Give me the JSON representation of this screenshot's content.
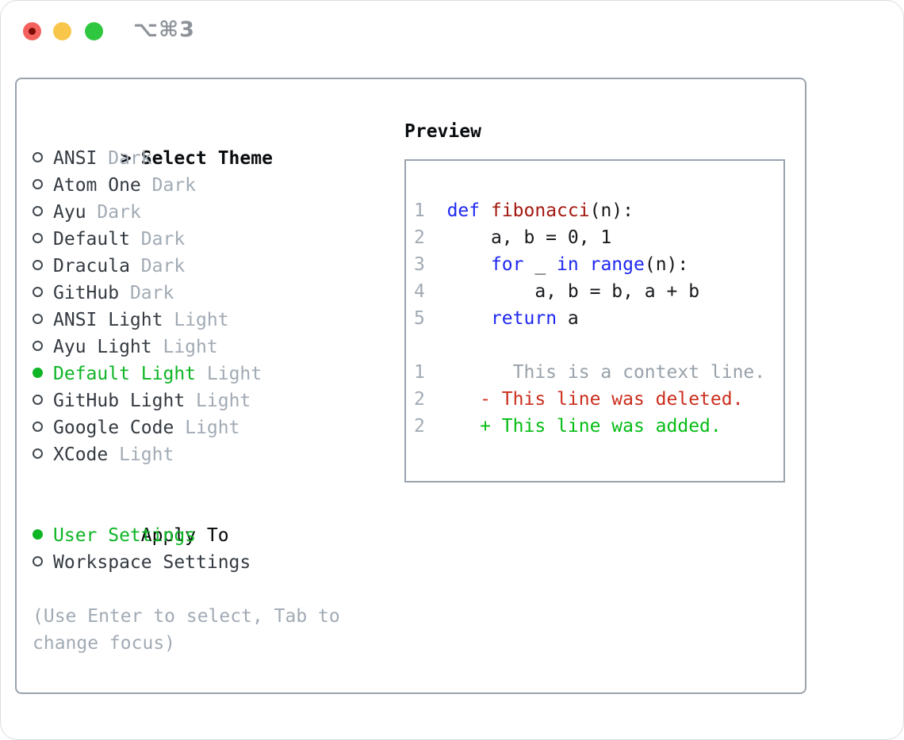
{
  "window": {
    "title": "⌥⌘3"
  },
  "theme_selector": {
    "prompt_marker": ">",
    "header": "Select Theme",
    "items": [
      {
        "name": "ANSI",
        "tag": "Dark",
        "selected": false
      },
      {
        "name": "Atom One",
        "tag": "Dark",
        "selected": false
      },
      {
        "name": "Ayu",
        "tag": "Dark",
        "selected": false
      },
      {
        "name": "Default",
        "tag": "Dark",
        "selected": false
      },
      {
        "name": "Dracula",
        "tag": "Dark",
        "selected": false
      },
      {
        "name": "GitHub",
        "tag": "Dark",
        "selected": false
      },
      {
        "name": "ANSI Light",
        "tag": "Light",
        "selected": false
      },
      {
        "name": "Ayu Light",
        "tag": "Light",
        "selected": false
      },
      {
        "name": "Default Light",
        "tag": "Light",
        "selected": true
      },
      {
        "name": "GitHub Light",
        "tag": "Light",
        "selected": false
      },
      {
        "name": "Google Code",
        "tag": "Light",
        "selected": false
      },
      {
        "name": "XCode",
        "tag": "Light",
        "selected": false
      }
    ]
  },
  "apply_to": {
    "header": "Apply To",
    "options": [
      {
        "label": "User Settings",
        "selected": true
      },
      {
        "label": "Workspace Settings",
        "selected": false
      }
    ]
  },
  "help_text": "(Use Enter to select, Tab to change focus)",
  "preview": {
    "header": "Preview",
    "lines": [
      {
        "tokens": [
          {
            "t": "1",
            "c": "ln"
          },
          {
            "t": "  "
          },
          {
            "t": "def",
            "c": "kw"
          },
          {
            "t": " "
          },
          {
            "t": "fibonacci",
            "c": "fn"
          },
          {
            "t": "(n):"
          }
        ]
      },
      {
        "tokens": [
          {
            "t": "2",
            "c": "ln"
          },
          {
            "t": "      a, b = 0, 1"
          }
        ]
      },
      {
        "tokens": [
          {
            "t": "3",
            "c": "ln"
          },
          {
            "t": "      "
          },
          {
            "t": "for",
            "c": "kw"
          },
          {
            "t": " _ "
          },
          {
            "t": "in",
            "c": "kw"
          },
          {
            "t": " "
          },
          {
            "t": "range",
            "c": "kw"
          },
          {
            "t": "(n):"
          }
        ]
      },
      {
        "tokens": [
          {
            "t": "4",
            "c": "ln"
          },
          {
            "t": "          a, b = b, a + b"
          }
        ]
      },
      {
        "tokens": [
          {
            "t": "5",
            "c": "ln"
          },
          {
            "t": "      "
          },
          {
            "t": "return",
            "c": "kw"
          },
          {
            "t": " a"
          }
        ]
      },
      {
        "tokens": []
      },
      {
        "tokens": [
          {
            "t": "1",
            "c": "ln"
          },
          {
            "t": "        This is a context line.",
            "c": "ctx"
          }
        ]
      },
      {
        "tokens": [
          {
            "t": "2",
            "c": "ln"
          },
          {
            "t": "     - This line was deleted.",
            "c": "del"
          }
        ]
      },
      {
        "tokens": [
          {
            "t": "2",
            "c": "ln"
          },
          {
            "t": "     + This line was added.",
            "c": "add"
          }
        ]
      }
    ]
  },
  "colors": {
    "selection_green": "#0eb525",
    "added_green": "#04bd14",
    "deleted_red": "#cb2e1d",
    "keyword_blue": "#1e27f0",
    "function_red": "#a31811",
    "muted_gray": "#a1aab4",
    "border_gray": "#9aa3ad",
    "traffic_red": "#f4625d",
    "traffic_yellow": "#f7c64a",
    "traffic_green": "#30c740"
  }
}
